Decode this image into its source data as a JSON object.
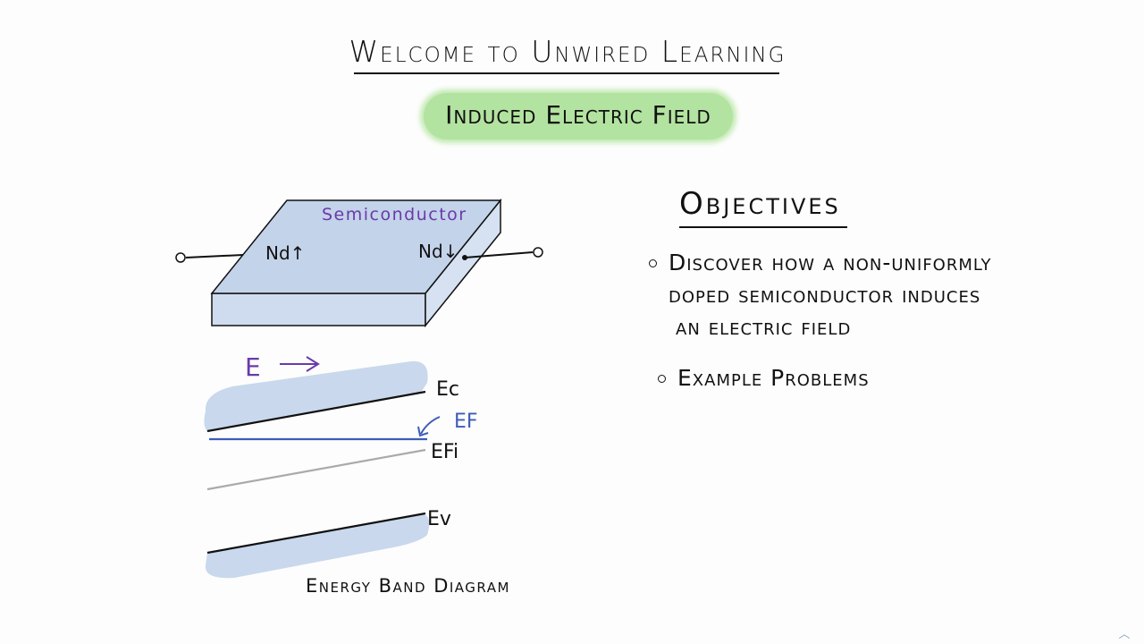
{
  "header": {
    "title": "Welcome to Unwired Learning",
    "topic": "Induced Electric Field"
  },
  "diagram": {
    "block_label": "Semiconductor",
    "left_doping_label": "Nd↑",
    "right_doping_label": "Nd↓",
    "field_label": "E",
    "band_labels": {
      "ec": "Ec",
      "ef": "EF",
      "efi": "EFi",
      "ev": "Ev"
    },
    "caption": "Energy Band Diagram",
    "colors": {
      "block_top": "#c3d3ea",
      "block_side": "#cfdcef",
      "band_fill": "#c9d8ec",
      "fermi_line": "#3d5db5",
      "intrinsic_line": "#aaaaaa",
      "field_label": "#6a3aa8"
    }
  },
  "objectives": {
    "heading": "Objectives",
    "items": [
      {
        "line1": "Discover how a non-uniformly",
        "line2": "doped semiconductor induces",
        "line3": "an electric field"
      },
      {
        "line1": "Example Problems"
      }
    ]
  },
  "chrome": {
    "scroll_icon": "chevron-up-icon"
  }
}
